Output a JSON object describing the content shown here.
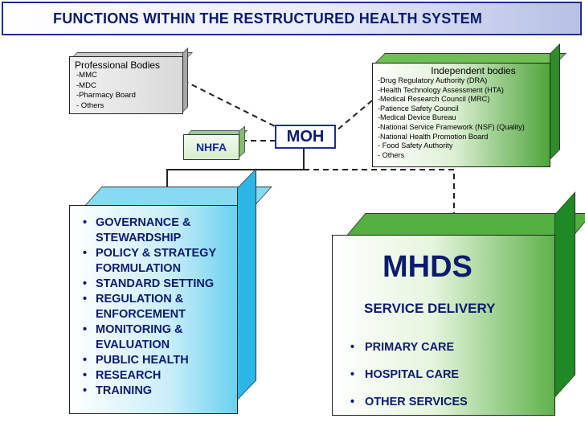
{
  "title": "FUNCTIONS WITHIN THE RESTRUCTURED HEALTH SYSTEM",
  "professional_bodies": {
    "heading": "Professional Bodies",
    "items": [
      "-MMC",
      "-MDC",
      "-Pharmacy Board",
      "- Others"
    ]
  },
  "independent_bodies": {
    "heading": "Independent bodies",
    "items": [
      "-Drug Regulatory Authority  (DRA)",
      "-Health Technology Assessment (HTA)",
      "-Medical Research Council (MRC)",
      "-Patience Safety Council",
      "-Medical Device Bureau",
      "-National Service Framework (NSF) (Quality)",
      "-National Health Promotion Board",
      "- Food Safety Authority",
      "- Others"
    ]
  },
  "nhfa": {
    "label": "NHFA"
  },
  "moh": {
    "label": "MOH"
  },
  "functions": {
    "items": [
      [
        "GOVERNANCE &",
        "STEWARDSHIP"
      ],
      [
        "POLICY & STRATEGY",
        "FORMULATION"
      ],
      [
        "STANDARD SETTING"
      ],
      [
        "REGULATION &",
        "ENFORCEMENT"
      ],
      [
        "MONITORING &",
        "EVALUATION"
      ],
      [
        "PUBLIC HEALTH"
      ],
      [
        "RESEARCH"
      ],
      [
        "TRAINING"
      ]
    ]
  },
  "mhds": {
    "label": "MHDS",
    "subtitle": "SERVICE DELIVERY",
    "items": [
      "PRIMARY CARE",
      "HOSPITAL CARE",
      "OTHER SERVICES"
    ]
  },
  "colors": {
    "title_text": "#0c1b6e",
    "functions_box": "#6ad0ef",
    "mhds_box": "#5fb24b",
    "independent_box": "#4fa53c",
    "professional_box": "#d9d9d9"
  }
}
